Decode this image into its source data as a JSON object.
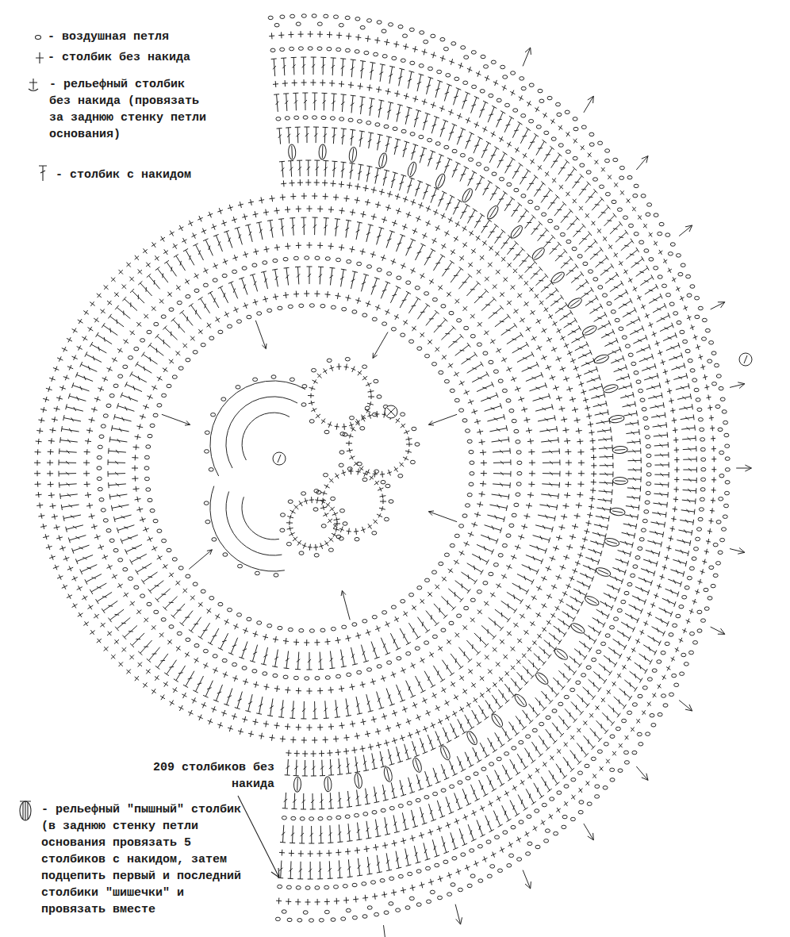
{
  "diagram": {
    "labels": [
      "209 столбиков без накида"
    ],
    "legend": [
      {
        "text": "- воздушная петля"
      },
      {
        "text": "- столбик без накида"
      },
      {
        "text": "- рельефный столбик без накида (провязать за заднюю стенку петли основания)"
      },
      {
        "text": "- столбик с накидом"
      },
      {
        "text": "- рельефный \"пышный\" столбик (в заднюю стенку петли основания провязать 5 столбиков с накидом, затем подцепить первый и последний столбики \"шишечки\" и провязать вместе"
      }
    ]
  }
}
